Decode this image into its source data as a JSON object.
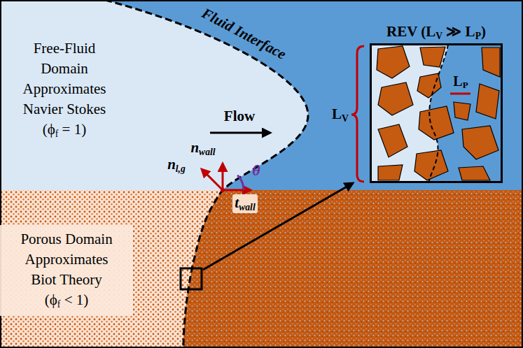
{
  "diagram": {
    "nodes": [
      {
        "text": [
          "REV (LV ≫ LP)"
        ]
      },
      {
        "text": [
          "Porous Domain Approximates Biot Theory (ϕf < 1)"
        ]
      }
    ],
    "labels": [
      "Fluid Interface",
      "Flow",
      "Free-Fluid Domain Approximates Navier Stokes (ϕf = 1)",
      "nwall",
      "nl,g",
      "twall",
      "θ",
      "LV",
      "LP"
    ]
  }
}
